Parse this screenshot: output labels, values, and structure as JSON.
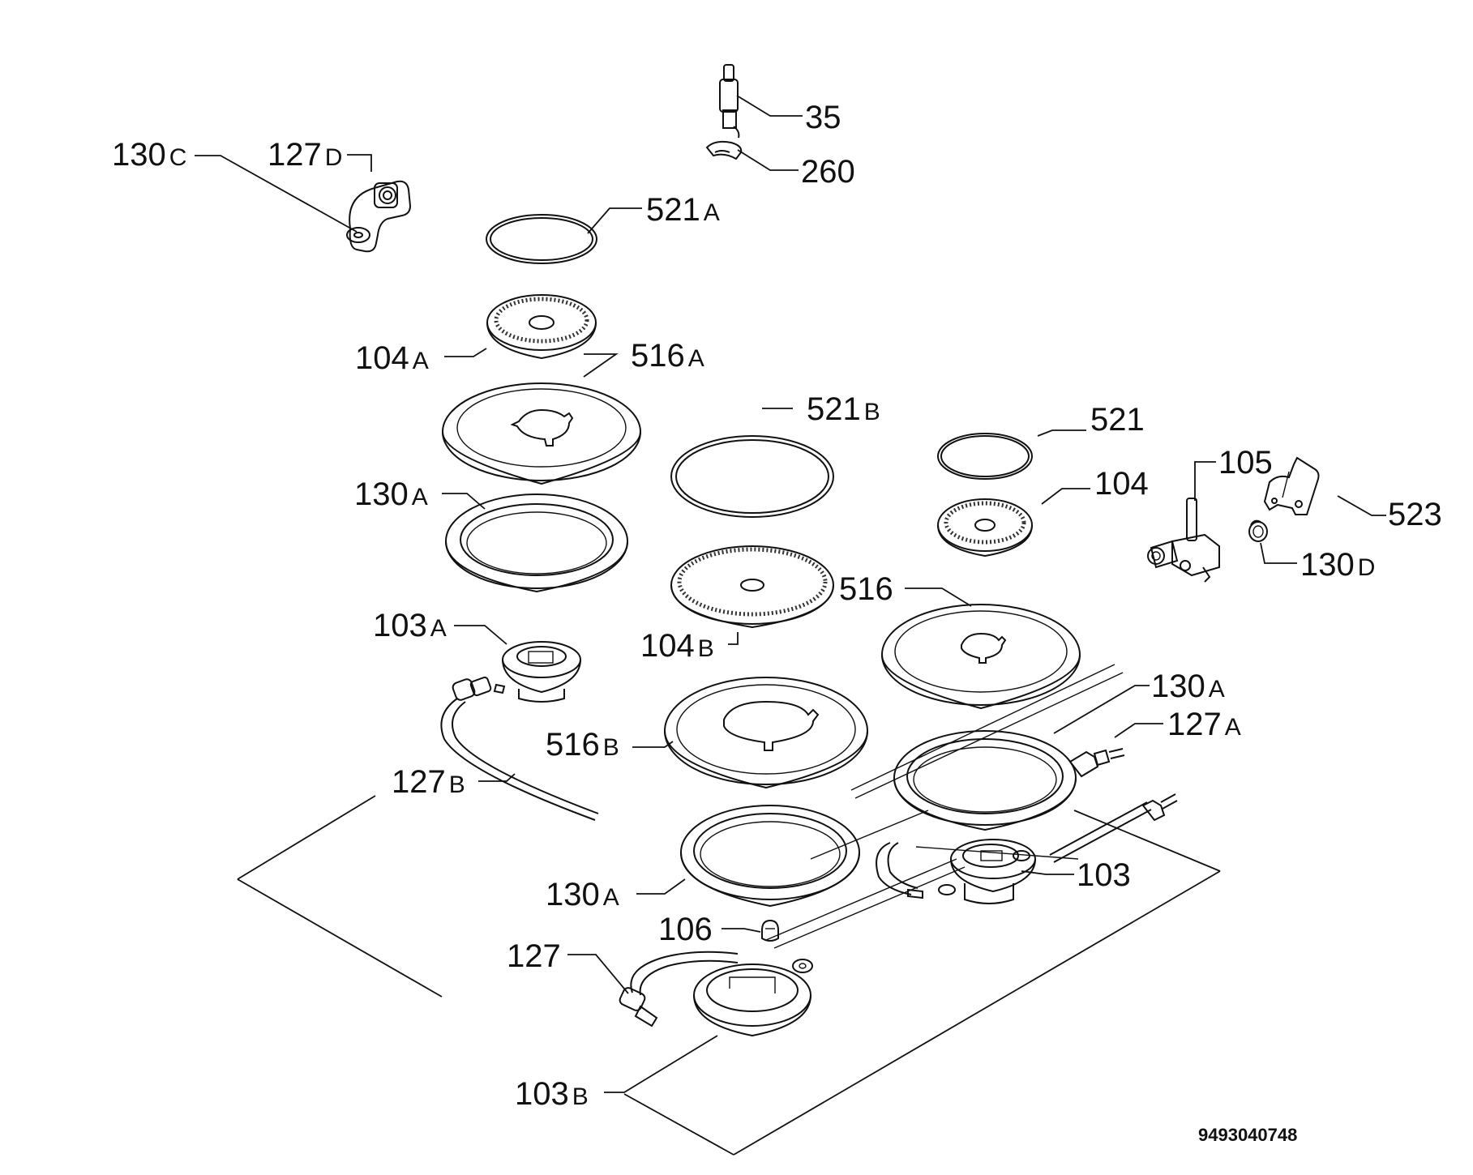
{
  "document_number": "9493040748",
  "callouts": [
    {
      "id": "130C",
      "num": "130",
      "suffix": "C"
    },
    {
      "id": "127D",
      "num": "127",
      "suffix": "D"
    },
    {
      "id": "35",
      "num": "35",
      "suffix": ""
    },
    {
      "id": "260",
      "num": "260",
      "suffix": ""
    },
    {
      "id": "521A",
      "num": "521",
      "suffix": "A"
    },
    {
      "id": "104A",
      "num": "104",
      "suffix": "A"
    },
    {
      "id": "516A",
      "num": "516",
      "suffix": "A"
    },
    {
      "id": "521B",
      "num": "521",
      "suffix": "B"
    },
    {
      "id": "521",
      "num": "521",
      "suffix": ""
    },
    {
      "id": "105",
      "num": "105",
      "suffix": ""
    },
    {
      "id": "104",
      "num": "104",
      "suffix": ""
    },
    {
      "id": "523",
      "num": "523",
      "suffix": ""
    },
    {
      "id": "130D",
      "num": "130",
      "suffix": "D"
    },
    {
      "id": "130A-left",
      "num": "130",
      "suffix": "A"
    },
    {
      "id": "516",
      "num": "516",
      "suffix": ""
    },
    {
      "id": "104B",
      "num": "104",
      "suffix": "B"
    },
    {
      "id": "103A",
      "num": "103",
      "suffix": "A"
    },
    {
      "id": "130A-right",
      "num": "130",
      "suffix": "A"
    },
    {
      "id": "127A",
      "num": "127",
      "suffix": "A"
    },
    {
      "id": "516B",
      "num": "516",
      "suffix": "B"
    },
    {
      "id": "127B",
      "num": "127",
      "suffix": "B"
    },
    {
      "id": "103",
      "num": "103",
      "suffix": ""
    },
    {
      "id": "130A-center",
      "num": "130",
      "suffix": "A"
    },
    {
      "id": "106",
      "num": "106",
      "suffix": ""
    },
    {
      "id": "127",
      "num": "127",
      "suffix": ""
    },
    {
      "id": "103B",
      "num": "103",
      "suffix": "B"
    }
  ]
}
